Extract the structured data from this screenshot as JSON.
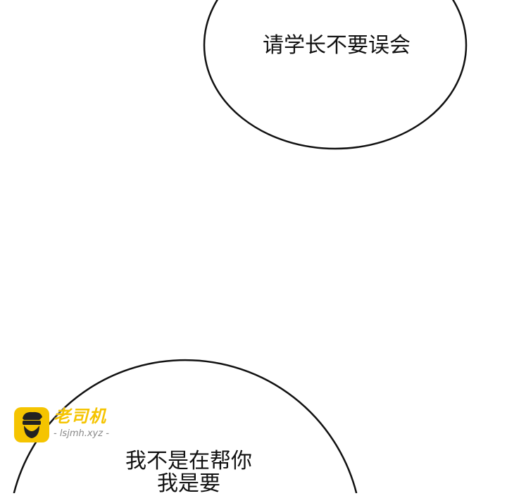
{
  "bubbles": [
    {
      "lines": [
        "请学长不要误会"
      ]
    },
    {
      "lines": [
        "我不是在帮你",
        "我是要"
      ]
    }
  ],
  "watermark": {
    "brand": "老司机",
    "site": "- lsjmh.xyz -",
    "color": "#f5c400"
  }
}
